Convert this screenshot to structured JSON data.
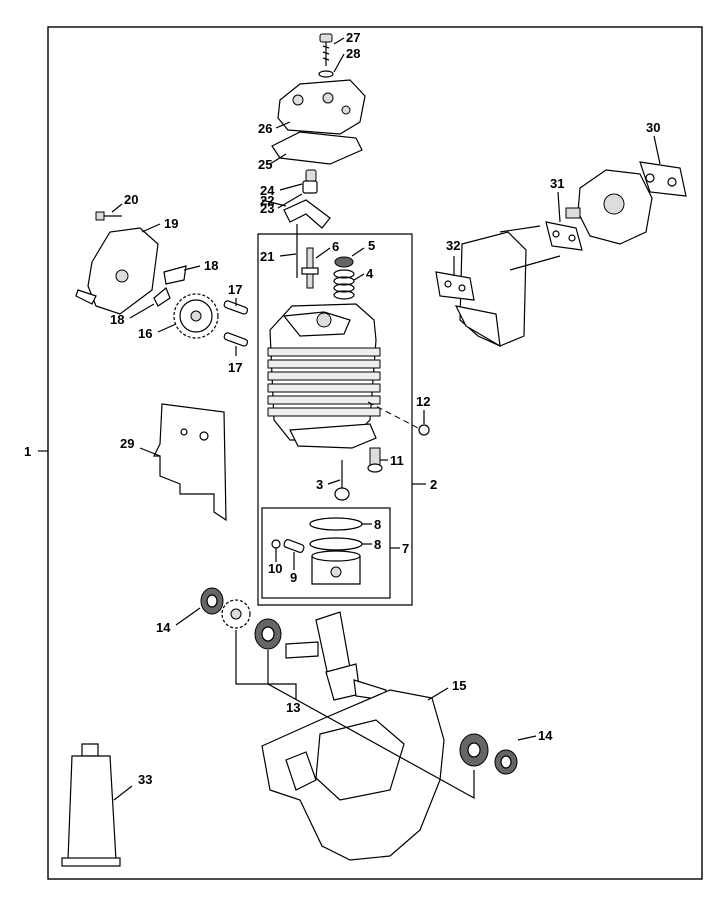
{
  "callouts": {
    "c1": "1",
    "c2": "2",
    "c3": "3",
    "c4": "4",
    "c5": "5",
    "c6": "6",
    "c7": "7",
    "c8a": "8",
    "c8b": "8",
    "c9": "9",
    "c10": "10",
    "c11": "11",
    "c12": "12",
    "c13": "13",
    "c14a": "14",
    "c14b": "14",
    "c15": "15",
    "c16": "16",
    "c17a": "17",
    "c17b": "17",
    "c18a": "18",
    "c18b": "18",
    "c19": "19",
    "c20": "20",
    "c21": "21",
    "c22": "22",
    "c23": "23",
    "c24": "24",
    "c25": "25",
    "c26": "26",
    "c27": "27",
    "c28": "28",
    "c29": "29",
    "c30": "30",
    "c31": "31",
    "c32": "32",
    "c33": "33"
  }
}
